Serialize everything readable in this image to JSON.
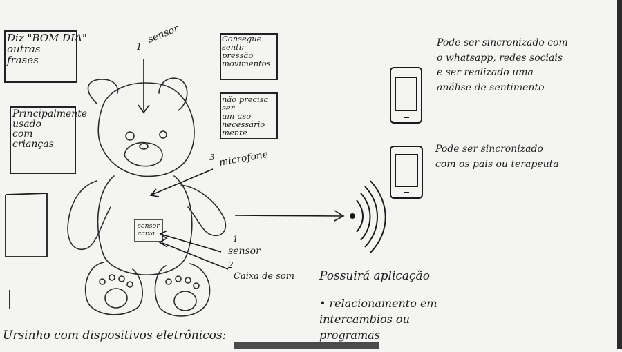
{
  "notes": {
    "top_left": "Diz \"BOM DIA\"\noutras\nfrases",
    "mid_left": "Principalmente\nusado\ncom\ncrianças",
    "feel_pressure": "Consegue\nsentir\npressão\nmovimentos",
    "not_necessary": "não precisa\nser\num uso\nnecessário\nmente",
    "right_top": "Pode ser sincronizado com\no whatsapp, redes sociais\ne ser realizado uma\nanálise de sentimento",
    "right_mid": "Pode ser sincronizado\ncom os pais ou terapeuta",
    "app": "Possuirá aplicação",
    "bullet": "• relacionamento em\nintercambios ou\nprogramas",
    "bottom_caption": "Ursinho com dispositivos eletrônicos:"
  },
  "labels": {
    "num1_top": "1",
    "sensor_top": "sensor",
    "num3": "3",
    "microfone": "microfone",
    "num1_bottom": "1",
    "sensor_bottom": "sensor",
    "num2": "2",
    "caixa_som": "Caixa de som",
    "belly_tag": "sensor\ncaixa"
  }
}
